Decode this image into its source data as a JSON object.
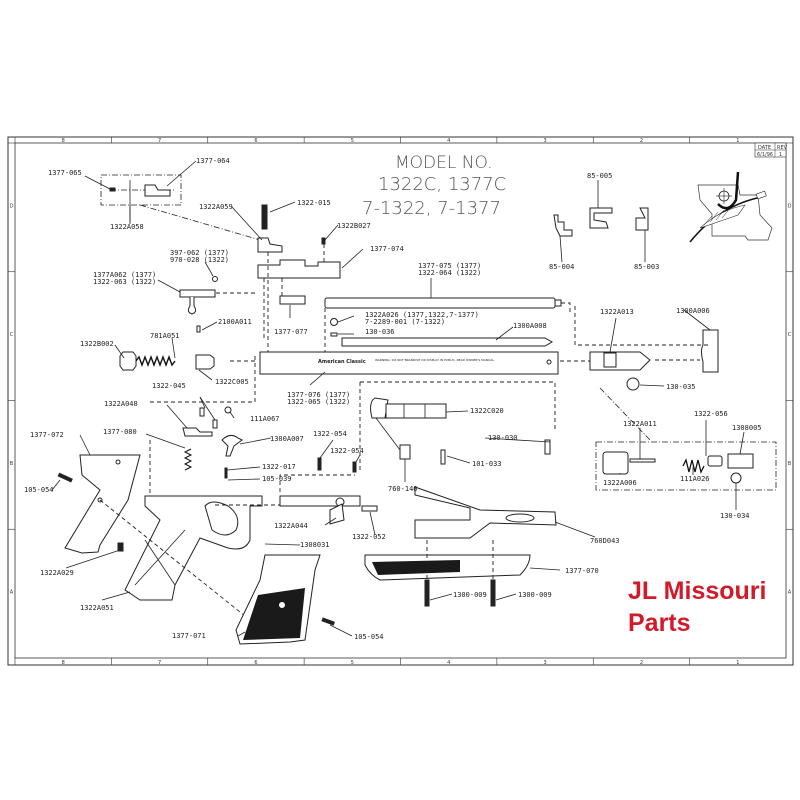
{
  "diagram": {
    "title_lines": [
      "MODEL NO.",
      "1322C, 1377C",
      "7-1322, 7-1377"
    ],
    "title_block": {
      "r1c1": "DATE",
      "r1c2": "REV",
      "r2c1": "6/1/96",
      "r2c2": "1"
    },
    "zones_top": [
      "8",
      "7",
      "6",
      "5",
      "4",
      "3",
      "2",
      "1"
    ],
    "zones_bottom": [
      "8",
      "7",
      "6",
      "5",
      "4",
      "3",
      "2",
      "1"
    ],
    "zones_side": [
      "D",
      "C",
      "B",
      "A"
    ],
    "receiver_text": {
      "brand": "American Classic",
      "warning": "WARNING: DO NOT BRANDISH OR DISPLAY IN PUBLIC. READ OWNER'S MANUAL."
    },
    "labels": {
      "p1377_065": "1377-065",
      "p1377_064": "1377-064",
      "p1322A058": "1322A058",
      "p1322A059": "1322A059",
      "p1322_015": "1322-015",
      "p1322B027": "1322B027",
      "p1377_074": "1377-074",
      "p397_062": "397-062 (1377)",
      "p970_028": "970-028 (1322)",
      "p1377A062": "1377A062 (1377)",
      "p1322_063": "1322-063 (1322)",
      "p2100A011": "2100A011",
      "p1377_077": "1377-077",
      "p1377_075": "1377-075 (1377)",
      "p1322_064": "1322-064 (1322)",
      "p1322A026": "1322A026 (1377,1322,7-1377)",
      "p7_2289": "7-2289-001 (7-1322)",
      "p130_036": "130-036",
      "p1300A008": "1300A008",
      "p1322B002": "1322B002",
      "p781A051": "781A051",
      "p1322C005": "1322C005",
      "p1377_076": "1377-076 (1377)",
      "p1322_065": "1322-065 (1322)",
      "p1322A013": "1322A013",
      "p1300A006": "1300A006",
      "p130_035": "130-035",
      "p85_005": "85-005",
      "p85_004": "85-004",
      "p85_003": "85-003",
      "p1322_045": "1322-045",
      "p1322A048": "1322A048",
      "p111A067": "111A067",
      "p1300A007": "1300A007",
      "p1377_072": "1377-072",
      "p1377_080": "1377-080",
      "p1322_054a": "1322-054",
      "p1322_054b": "1322-054",
      "p1322_017": "1322-017",
      "p105_039": "105-039",
      "p105_054a": "105-054",
      "p1322C020": "1322C020",
      "p130_030": "130-030",
      "p101_033": "101-033",
      "p760_140": "760-140",
      "p1322A011": "1322A011",
      "p1322_056": "1322-056",
      "p1308005": "1308005",
      "p1322A006": "1322A006",
      "p111A026": "111A026",
      "p130_034": "130-034",
      "p1322A044": "1322A044",
      "p1322_052": "1322-052",
      "p1308031": "1308031",
      "p760D043": "760D043",
      "p1322A029": "1322A029",
      "p1322A051": "1322A051",
      "p1377_070": "1377-070",
      "p1300_009a": "1300-009",
      "p1300_009b": "1300-009",
      "p1377_071": "1377-071",
      "p105_054b": "105-054"
    }
  },
  "watermark": {
    "line1": "JL Missouri",
    "line2": "Parts",
    "color": "#d11a2a"
  }
}
